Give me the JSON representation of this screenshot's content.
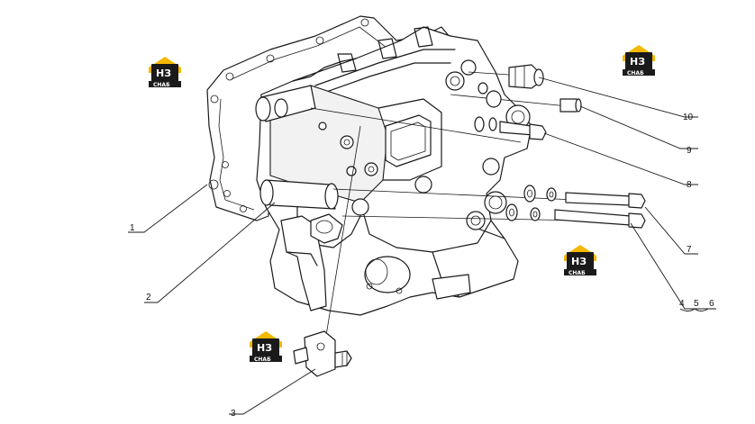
{
  "callouts": [
    {
      "id": "1",
      "label": "1"
    },
    {
      "id": "2",
      "label": "2"
    },
    {
      "id": "3",
      "label": "3"
    },
    {
      "id": "4",
      "label": "4"
    },
    {
      "id": "5",
      "label": "5"
    },
    {
      "id": "6",
      "label": "6"
    },
    {
      "id": "7",
      "label": "7"
    },
    {
      "id": "8",
      "label": "8"
    },
    {
      "id": "9",
      "label": "9"
    },
    {
      "id": "10",
      "label": "10"
    }
  ],
  "watermark": {
    "main": "НЗ",
    "sub": "СНАБ",
    "colors": {
      "roof": "#f5b800",
      "box": "#1a1a1a",
      "text": "#ffffff"
    }
  }
}
